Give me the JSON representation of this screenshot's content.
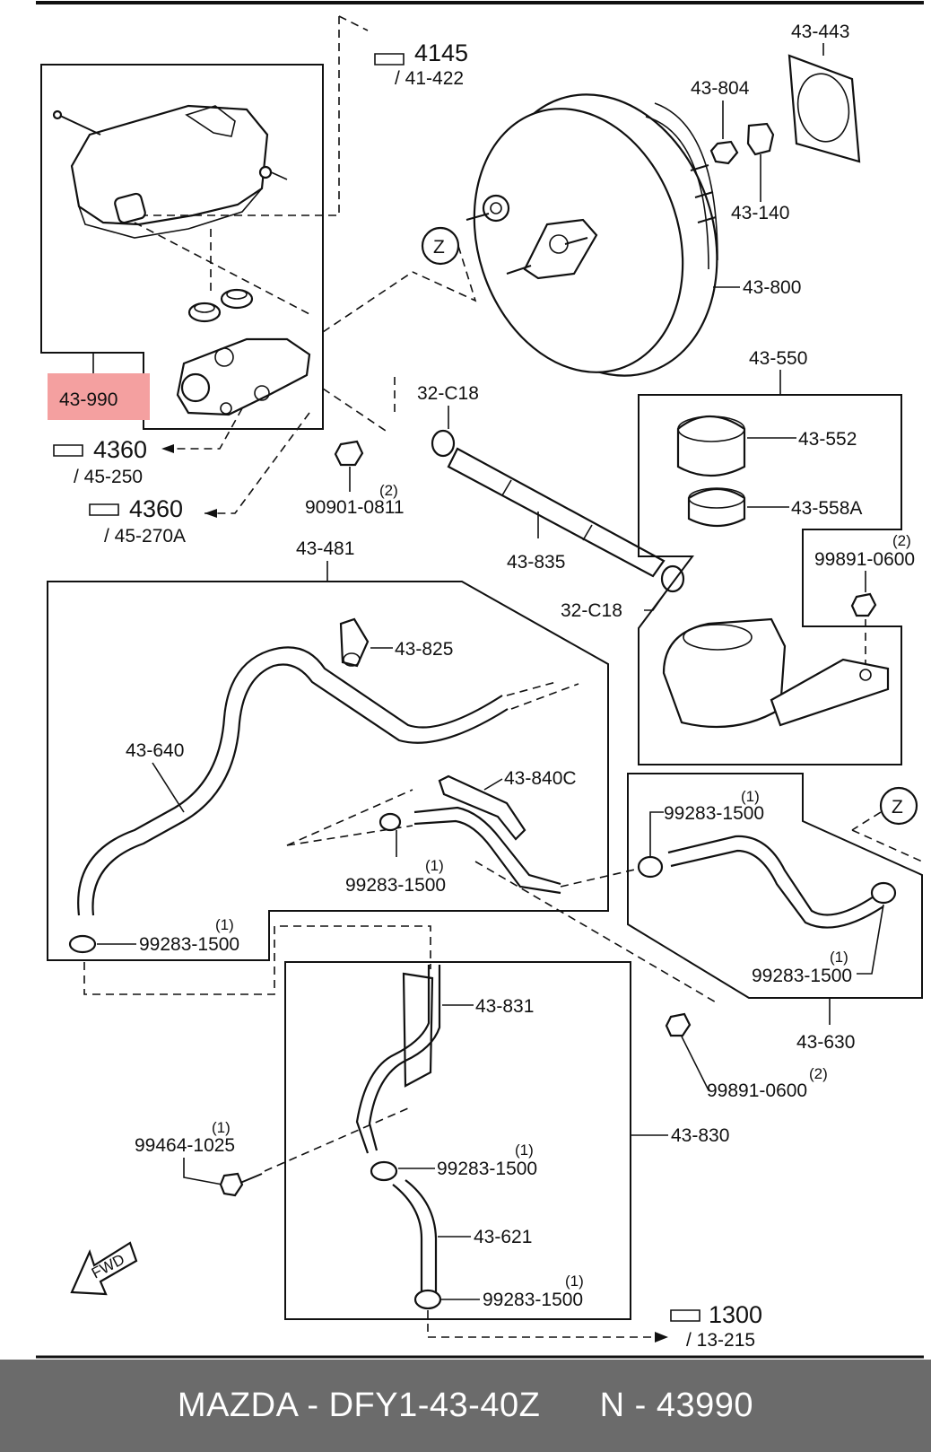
{
  "highlight_color": "#f4a0a0",
  "footer": {
    "brand": "MAZDA",
    "part_number": "DFY1-43-40Z",
    "ref": "N - 43990",
    "separator": " - "
  },
  "callouts": {
    "ref_4145": "4145",
    "ref_41_422": "/ 41-422",
    "ref_4360_a": "4360",
    "ref_45_250": "/ 45-250",
    "ref_4360_b": "4360",
    "ref_45_270a": "/ 45-270A",
    "ref_1300": "1300",
    "ref_13_215": "/ 13-215",
    "z1": "Z",
    "z2": "Z",
    "fwd": "FWD"
  },
  "labels": {
    "l43_443": "43-443",
    "l43_804": "43-804",
    "l43_140": "43-140",
    "l43_800": "43-800",
    "l43_990": "43-990",
    "l43_550": "43-550",
    "l43_552": "43-552",
    "l43_558a": "43-558A",
    "l32_c18_a": "32-C18",
    "l32_c18_b": "32-C18",
    "l43_835": "43-835",
    "l90901": "90901-0811",
    "q90901": "(2)",
    "l99891_a": "99891-0600",
    "q99891_a": "(2)",
    "l43_481": "43-481",
    "l43_825": "43-825",
    "l43_640": "43-640",
    "l43_840c": "43-840C",
    "l99283_a": "99283-1500",
    "q99283_a": "(1)",
    "l99283_b": "99283-1500",
    "q99283_b": "(1)",
    "l99283_c": "99283-1500",
    "q99283_c": "(1)",
    "l99283_d": "99283-1500",
    "q99283_d": "(1)",
    "l99283_e": "99283-1500",
    "q99283_e": "(1)",
    "l99283_f": "99283-1500",
    "q99283_f": "(1)",
    "l43_630": "43-630",
    "l99891_b": "99891-0600",
    "q99891_b": "(2)",
    "l43_831": "43-831",
    "l43_830": "43-830",
    "l43_621": "43-621",
    "l99464": "99464-1025",
    "q99464": "(1)"
  }
}
